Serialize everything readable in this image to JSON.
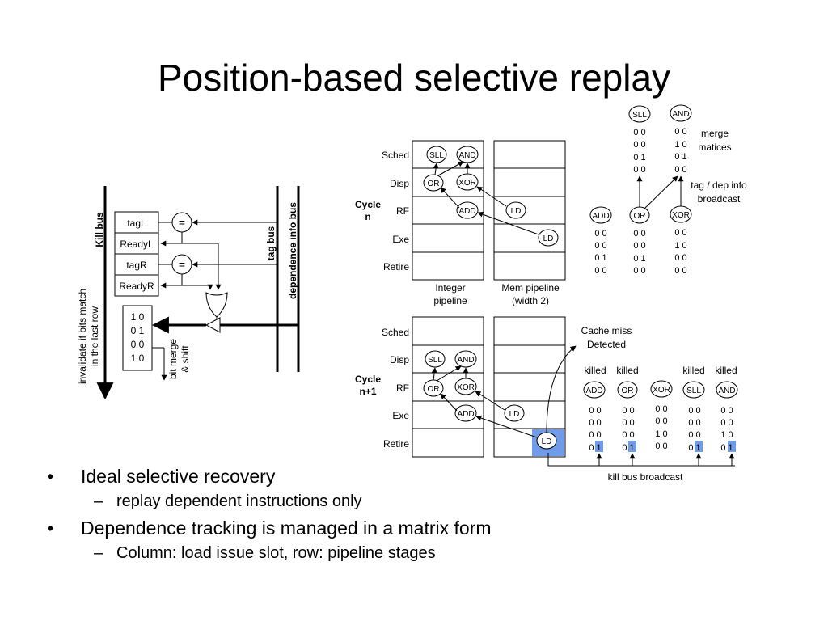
{
  "title": "Position-based selective replay",
  "bullets": [
    {
      "text": "Ideal selective recovery",
      "sub": "replay dependent instructions only"
    },
    {
      "text": "Dependence tracking is managed in a matrix form",
      "sub": "Column: load issue slot, row: pipeline stages"
    }
  ],
  "left_diagram": {
    "kill_bus": "Kill bus",
    "invalidate_line1": "invalidate if bits match",
    "invalidate_line2": "in the last row",
    "tag_bus": "tag bus",
    "dep_bus": "dependence info bus",
    "fields": [
      "tagL",
      "ReadyL",
      "tagR",
      "ReadyR"
    ],
    "eq": "=",
    "matrix_rows": [
      "1 0",
      "0 1",
      "0 0",
      "1 0"
    ],
    "bit_merge1": "bit merge",
    "bit_merge2": "& shift"
  },
  "pipeline": {
    "stages": [
      "Sched",
      "Disp",
      "RF",
      "Exe",
      "Retire"
    ],
    "cycle_n": [
      "Cycle",
      "n"
    ],
    "cycle_n1": [
      "Cycle",
      "n+1"
    ],
    "integer_label": [
      "Integer",
      "pipeline"
    ],
    "mem_label": [
      "Mem pipeline",
      "(width 2)"
    ],
    "top_nodes": {
      "sll": "SLL",
      "and": "AND",
      "or": "OR",
      "xor": "XOR",
      "add": "ADD",
      "ld": "LD",
      "ld2": "LD"
    },
    "bottom_nodes": {
      "sll": "SLL",
      "and": "AND",
      "or": "OR",
      "xor": "XOR",
      "add": "ADD",
      "ld": "LD",
      "ld2": "LD"
    }
  },
  "merge": {
    "nodes": {
      "sll": "SLL",
      "and": "AND",
      "add": "ADD",
      "or": "OR",
      "xor": "XOR"
    },
    "sll_rows": [
      "0 0",
      "0 0",
      "0 1",
      "0 0"
    ],
    "and_rows": [
      "0 0",
      "1 0",
      "0 1",
      "0 0"
    ],
    "add_rows": [
      "0 0",
      "0 0",
      "0 1",
      "0 0"
    ],
    "or_rows": [
      "0 0",
      "0 0",
      "0 1",
      "0 0"
    ],
    "xor_rows": [
      "0 0",
      "1 0",
      "0 0",
      "0 0"
    ],
    "merge_label": [
      "merge",
      "matices"
    ],
    "broadcast_label": [
      "tag / dep info",
      "broadcast"
    ]
  },
  "kill": {
    "cache_miss": [
      "Cache miss",
      "Detected"
    ],
    "killed": "killed",
    "nodes": {
      "add": "ADD",
      "or": "OR",
      "xor": "XOR",
      "sll": "SLL",
      "and": "AND"
    },
    "add_rows": [
      "0 0",
      "0 0",
      "0 0",
      "0 1"
    ],
    "or_rows": [
      "0 0",
      "0 0",
      "0 0",
      "0 1"
    ],
    "xor_rows": [
      "0 0",
      "0 0",
      "1 0",
      "0 0"
    ],
    "sll_rows": [
      "0 0",
      "0 0",
      "0 0",
      "0 1"
    ],
    "and_rows": [
      "0 0",
      "0 0",
      "1 0",
      "0 1"
    ],
    "broadcast": "kill bus broadcast",
    "highlight_color": "#6f9be8"
  }
}
